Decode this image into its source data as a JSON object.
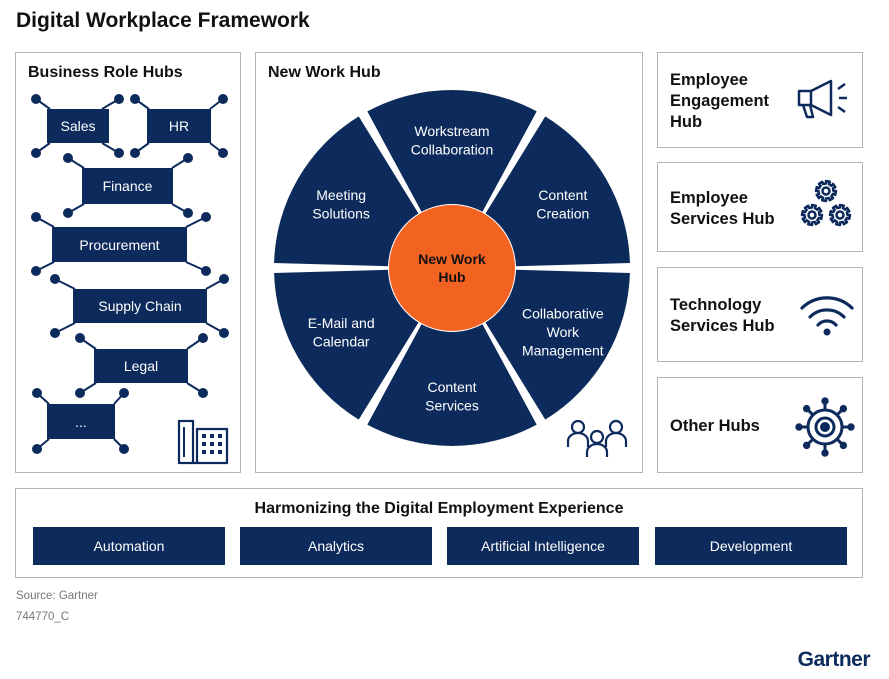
{
  "title": "Digital Workplace Framework",
  "business_role_hubs": {
    "title": "Business Role Hubs",
    "items": [
      "Sales",
      "HR",
      "Finance",
      "Procurement",
      "Supply Chain",
      "Legal",
      "..."
    ]
  },
  "new_work_hub": {
    "title": "New Work Hub",
    "center": [
      "New Work",
      "Hub"
    ],
    "segments": [
      [
        "Workstream",
        "Collaboration"
      ],
      [
        "Content",
        "Creation"
      ],
      [
        "Collaborative",
        "Work",
        "Management"
      ],
      [
        "Content",
        "Services"
      ],
      [
        "E-Mail and",
        "Calendar"
      ],
      [
        "Meeting",
        "Solutions"
      ]
    ]
  },
  "right_hubs": [
    {
      "lines": [
        "Employee",
        "Engagement",
        "Hub"
      ],
      "icon": "megaphone-icon"
    },
    {
      "lines": [
        "Employee",
        "Services Hub"
      ],
      "icon": "gears-icon"
    },
    {
      "lines": [
        "Technology",
        "Services Hub"
      ],
      "icon": "wifi-icon"
    },
    {
      "lines": [
        "Other Hubs"
      ],
      "icon": "virus-gear-icon"
    }
  ],
  "harmonizing": {
    "title": "Harmonizing the Digital Employment Experience",
    "items": [
      "Automation",
      "Analytics",
      "Artificial Intelligence",
      "Development"
    ]
  },
  "footer": {
    "source": "Source: Gartner",
    "id": "744770_C",
    "brand": "Gartner"
  },
  "colors": {
    "navy": "#0d2a5c",
    "orange": "#f26322",
    "border": "#b5b5b5"
  }
}
